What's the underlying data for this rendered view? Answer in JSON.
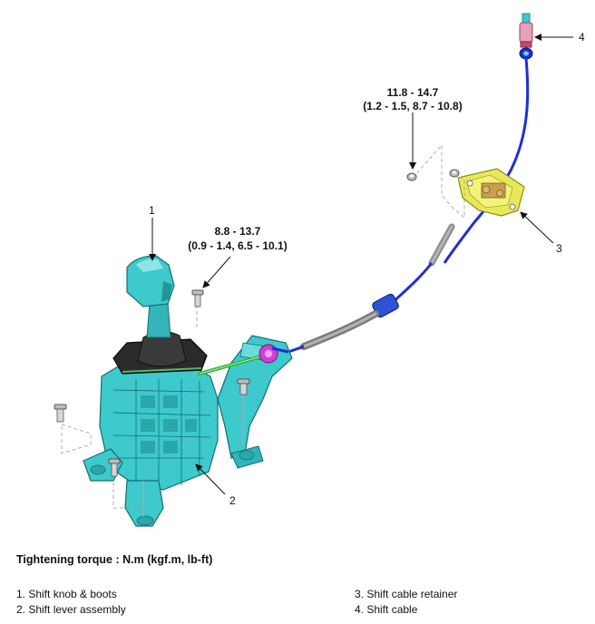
{
  "callouts": {
    "c1": "1",
    "c2": "2",
    "c3": "3",
    "c4": "4"
  },
  "torques": {
    "retainer_line1": "11.8 - 14.7",
    "retainer_line2": "(1.2 - 1.5, 8.7 - 10.8)",
    "lever_line1": "8.8 - 13.7",
    "lever_line2": "(0.9 - 1.4, 6.5 - 10.1)"
  },
  "legend": {
    "title": "Tightening torque : N.m (kgf.m, lb-ft)",
    "items": [
      "1. Shift knob & boots",
      "2. Shift lever assembly",
      "3. Shift cable retainer",
      "4. Shift cable"
    ]
  },
  "colors": {
    "cyan": "#3ec9cc",
    "cyan_dark": "#1f8f93",
    "cable_blue": "#1e2fd6",
    "cable_sheath": "#8a8a8a",
    "retainer_yellow": "#e9e85a",
    "magenta": "#d23fd2",
    "boot_black": "#2a2a2a",
    "green": "#2fae3a"
  }
}
